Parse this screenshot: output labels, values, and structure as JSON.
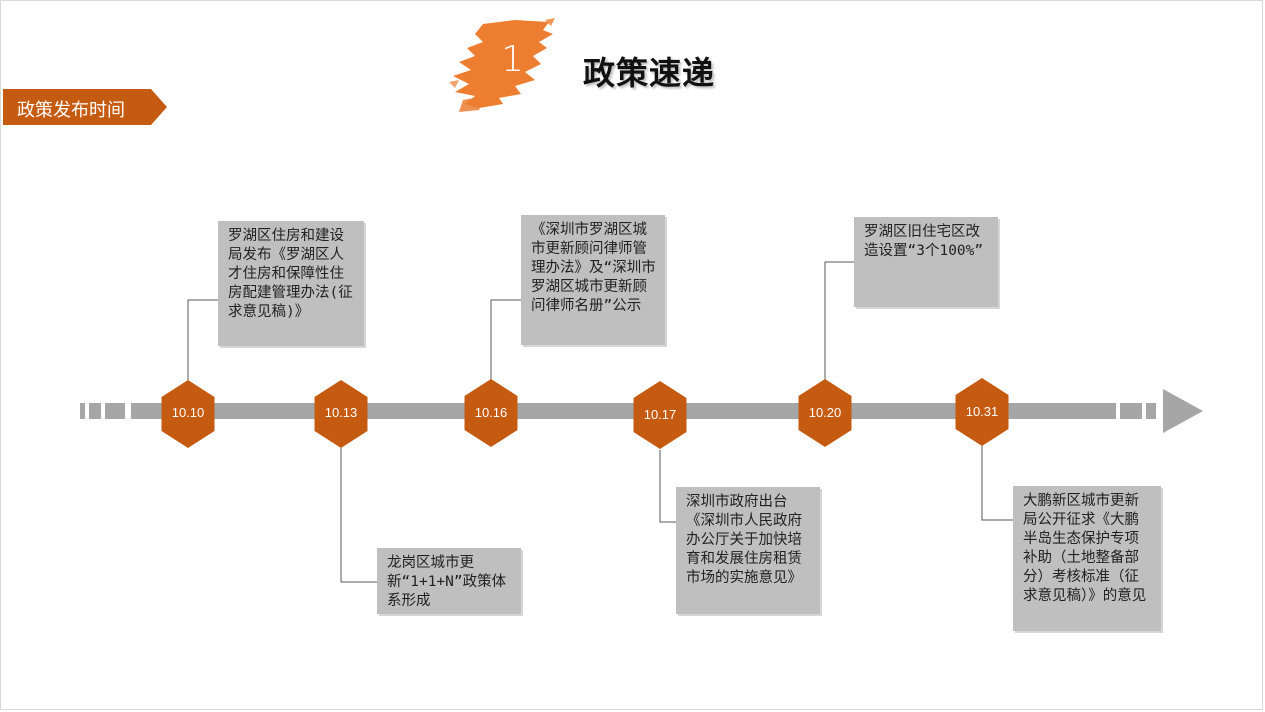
{
  "header": {
    "number": "1",
    "title": "政策速递"
  },
  "section_tag": {
    "label": "政策发布时间"
  },
  "colors": {
    "accent": "#c55a11",
    "brush": "#ed7d31",
    "axis": "#a6a6a6",
    "note_bg": "#bfbfbf"
  },
  "timeline": {
    "nodes": [
      {
        "date": "10.10"
      },
      {
        "date": "10.13"
      },
      {
        "date": "10.16"
      },
      {
        "date": "10.17"
      },
      {
        "date": "10.20"
      },
      {
        "date": "10.31"
      }
    ]
  },
  "notes": [
    {
      "date": "10.10",
      "position": "above",
      "text": "罗湖区住房和建设局发布《罗湖区人才住房和保障性住房配建管理办法(征求意见稿)》"
    },
    {
      "date": "10.13",
      "position": "below",
      "text": "龙岗区城市更新“1+1+N”政策体系形成"
    },
    {
      "date": "10.16",
      "position": "above",
      "text": "《深圳市罗湖区城市更新顾问律师管理办法》及“深圳市罗湖区城市更新顾问律师名册”公示"
    },
    {
      "date": "10.17",
      "position": "below",
      "text": "深圳市政府出台《深圳市人民政府办公厅关于加快培育和发展住房租赁市场的实施意见》"
    },
    {
      "date": "10.20",
      "position": "above",
      "text": "罗湖区旧住宅区改造设置“3个100%”"
    },
    {
      "date": "10.31",
      "position": "below",
      "text": "大鹏新区城市更新局公开征求《大鹏半岛生态保护专项补助（土地整备部分）考核标准（征求意见稿）》的意见"
    }
  ]
}
